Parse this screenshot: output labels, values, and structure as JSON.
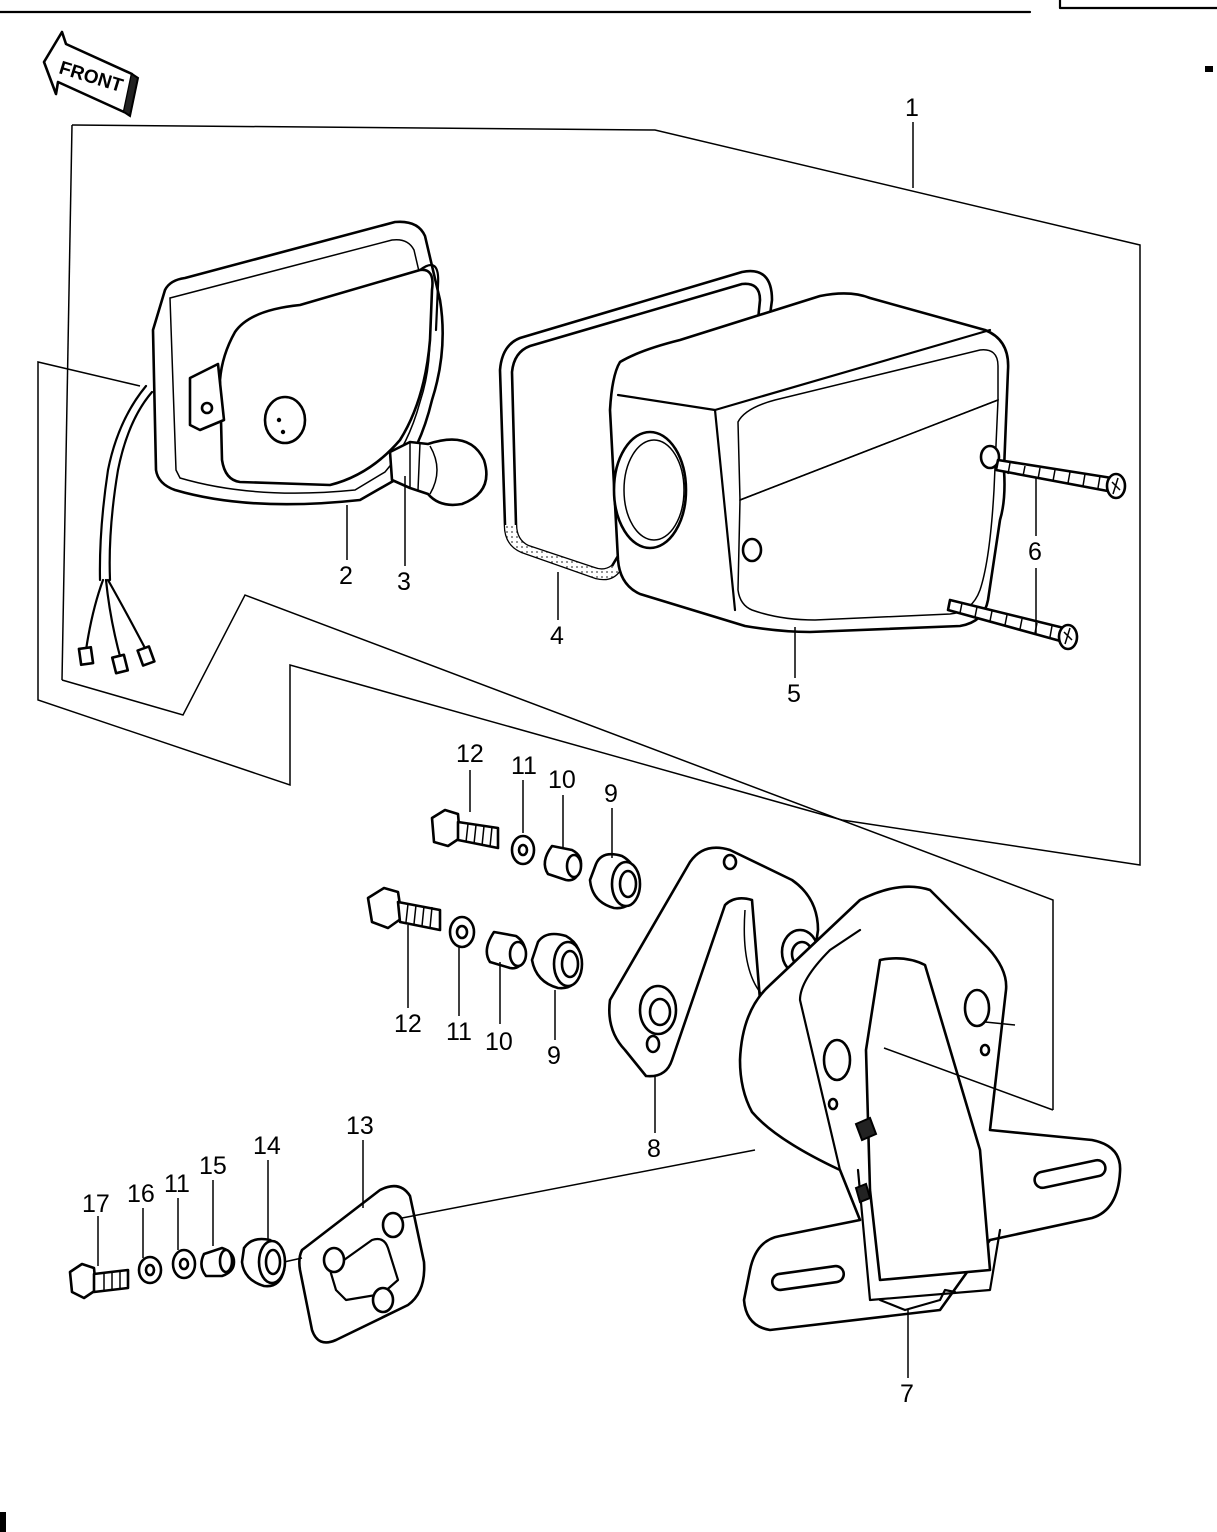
{
  "front_label": "FRONT",
  "callouts": {
    "c1": "1",
    "c2": "2",
    "c3": "3",
    "c4": "4",
    "c5": "5",
    "c6": "6",
    "c7": "7",
    "c8": "8",
    "c9a": "9",
    "c9b": "9",
    "c10a": "10",
    "c10b": "10",
    "c11a": "11",
    "c11b": "11",
    "c11c": "11",
    "c12a": "12",
    "c12b": "12",
    "c13": "13",
    "c14": "14",
    "c15": "15",
    "c16": "16",
    "c17": "17"
  }
}
